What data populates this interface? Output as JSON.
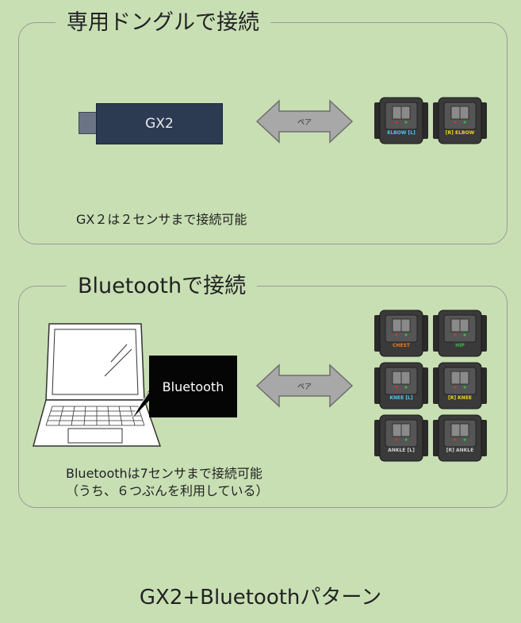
{
  "dongle_section": {
    "title": "専用ドングルで接続",
    "dongle_label": "GX2",
    "arrow_label": "ペア",
    "note": "GX２は２センサまで接続可能",
    "sensors": [
      {
        "label": "ELBOW",
        "side": "L",
        "color": "#4ec4f0"
      },
      {
        "label": "ELBOW",
        "side": "R",
        "color": "#f2d21e"
      }
    ]
  },
  "bluetooth_section": {
    "title": "Bluetoothで接続",
    "box_label": "Bluetooth",
    "arrow_label": "ペア",
    "note_line1": "Bluetoothは7センサまで接続可能",
    "note_line2": "（うち、６つぶんを利用している）",
    "sensors": [
      {
        "label": "CHEST",
        "side": "",
        "color": "#e07a2a"
      },
      {
        "label": "HIP",
        "side": "",
        "color": "#3fb548"
      },
      {
        "label": "KNEE",
        "side": "L",
        "color": "#4ec4f0"
      },
      {
        "label": "KNEE",
        "side": "R",
        "color": "#f2d21e"
      },
      {
        "label": "ANKLE",
        "side": "L",
        "color": "#cfcfcf"
      },
      {
        "label": "ANKLE",
        "side": "R",
        "color": "#cfcfcf"
      }
    ]
  },
  "footer_title": "GX2+Bluetoothパターン",
  "colors": {
    "background": "#c8dfb4",
    "panel_border": "#9a9a9a",
    "dongle": "#2d3b52",
    "arrow": "#a8a8a8",
    "sensor_body": "#3a3a3a"
  }
}
